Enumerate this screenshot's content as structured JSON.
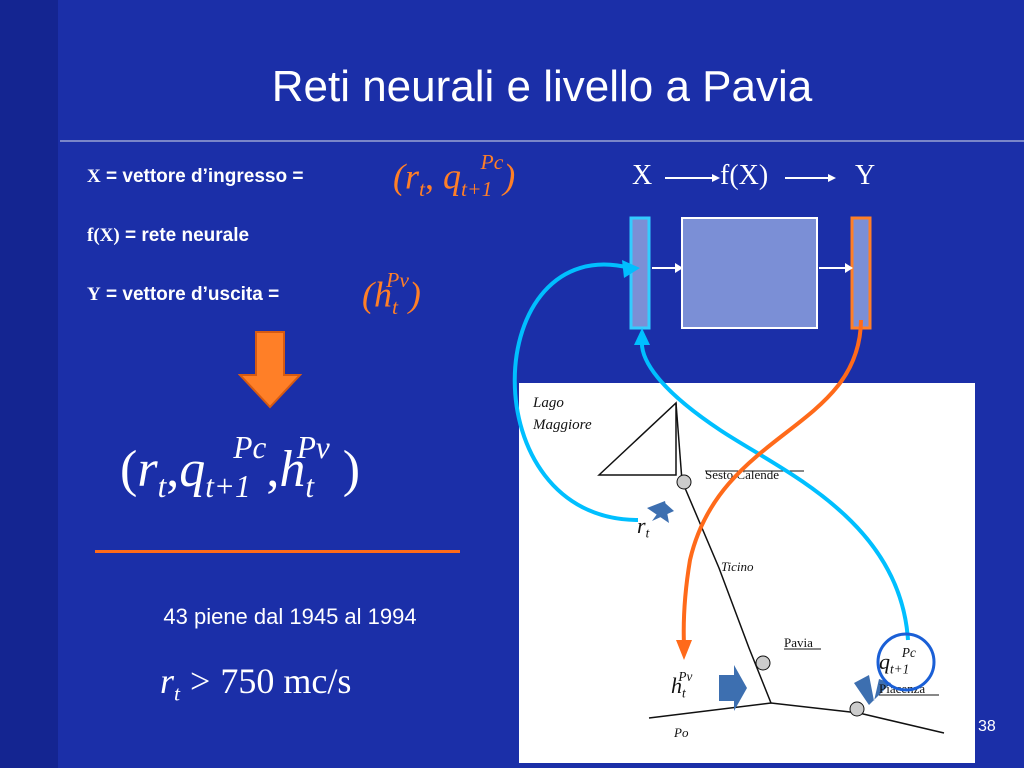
{
  "title": "Reti neurali e livello a Pavia",
  "defs": {
    "x_var": "X",
    "x_text": " = vettore d’ingresso = ",
    "fx_var": "f(X)",
    "fx_text": " = rete neurale",
    "y_var": "Y",
    "y_text": " = vettore d’uscita = "
  },
  "symbols": {
    "r": "r",
    "t": "t",
    "q": "q",
    "Pc": "Pc",
    "t1": "t+1",
    "h": "h",
    "Pv": "Pv",
    "open": "(",
    "close": ")",
    "comma": ","
  },
  "floods_text": "43 piene dal 1945 al 1994",
  "condition": {
    "op": ">",
    "value": "750 mc/s"
  },
  "diagram": {
    "input": "X",
    "function": "f(X)",
    "output": "Y"
  },
  "map": {
    "lago": "Lago",
    "maggiore": "Maggiore",
    "sesto_calende": "Sesto Calende",
    "ticino": "Ticino",
    "pavia": "Pavia",
    "piacenza": "Piacenza",
    "po": "Po"
  },
  "colors": {
    "background": "#1b2fa8",
    "accent_orange": "#ff7f27",
    "accent_cyan": "#00bfff",
    "box_fill": "#7b8fd6"
  },
  "page_number": "38"
}
